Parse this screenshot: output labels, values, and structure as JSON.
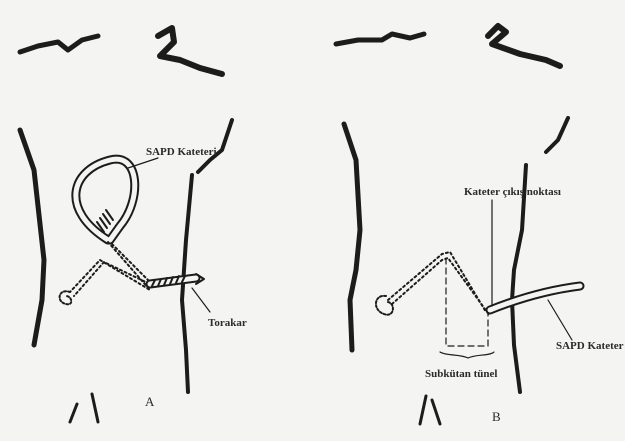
{
  "panel_a": {
    "letter": "A",
    "catheter_label": "SAPD Kateteri",
    "trocar_label": "Torakar"
  },
  "panel_b": {
    "letter": "B",
    "exit_site_label": "Kateter çıkış noktası",
    "catheter_label": "SAPD Kateter",
    "tunnel_label": "Subkütan tünel"
  }
}
